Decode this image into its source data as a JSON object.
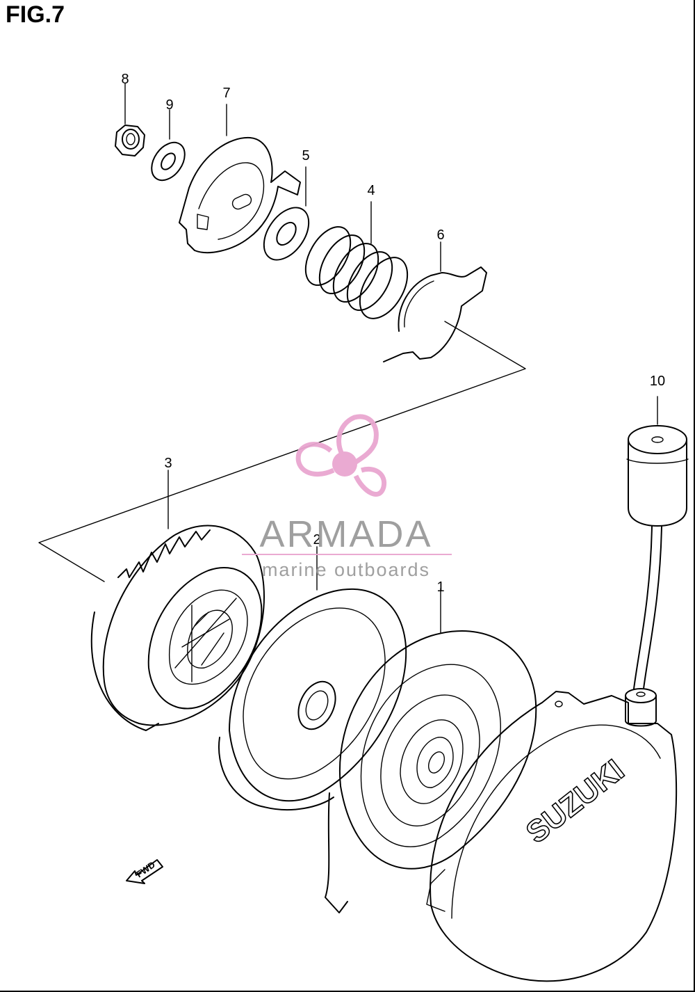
{
  "figure": {
    "title": "FIG.7"
  },
  "callouts": [
    {
      "id": "8",
      "label": "8"
    },
    {
      "id": "9",
      "label": "9"
    },
    {
      "id": "7",
      "label": "7"
    },
    {
      "id": "5",
      "label": "5"
    },
    {
      "id": "4",
      "label": "4"
    },
    {
      "id": "6",
      "label": "6"
    },
    {
      "id": "10",
      "label": "10"
    },
    {
      "id": "3",
      "label": "3"
    },
    {
      "id": "2",
      "label": "2"
    },
    {
      "id": "1",
      "label": "1"
    }
  ],
  "watermark": {
    "brand": "ARMADA",
    "tagline": "marine outboards",
    "accent_color": "#e9a6d0",
    "text_color": "#9a9a9a"
  },
  "housing_brand": "SUZUKI",
  "direction_marker": {
    "label": "FWD",
    "icon": "arrow-icon"
  },
  "colors": {
    "line": "#000000",
    "background": "#ffffff"
  }
}
